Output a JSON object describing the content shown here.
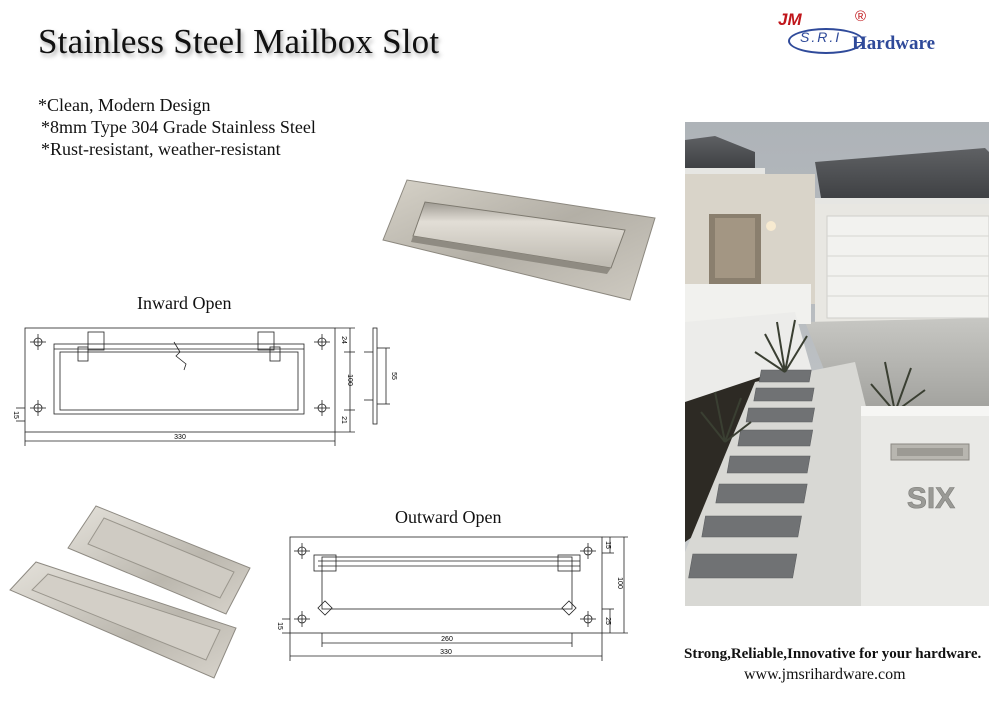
{
  "title": "Stainless Steel Mailbox Slot",
  "features": [
    "*Clean, Modern Design",
    "*8mm Type 304 Grade Stainless Steel",
    "*Rust-resistant, weather-resistant"
  ],
  "logo": {
    "jm": "JM",
    "sri": "S.R.I",
    "hardware": "Hardware",
    "registered": "®"
  },
  "inward": {
    "caption": "Inward Open",
    "dim_width": "330",
    "dim_height": "100",
    "dim_top": "24",
    "dim_bottom": "21",
    "dim_offset": "15",
    "dim_side": "55"
  },
  "outward": {
    "caption": "Outward Open",
    "dim_width": "330",
    "dim_inner": "260",
    "dim_height": "100",
    "dim_top": "15",
    "dim_bottom": "25",
    "dim_offset": "15"
  },
  "photo": {
    "house_number": "SIX"
  },
  "tagline": "Strong,Reliable,Innovative for your hardware.",
  "website": "www.jmsrihardware.com",
  "colors": {
    "brand_red": "#c0161b",
    "brand_blue": "#2f4a9a",
    "steel": "#b9b6ae"
  }
}
